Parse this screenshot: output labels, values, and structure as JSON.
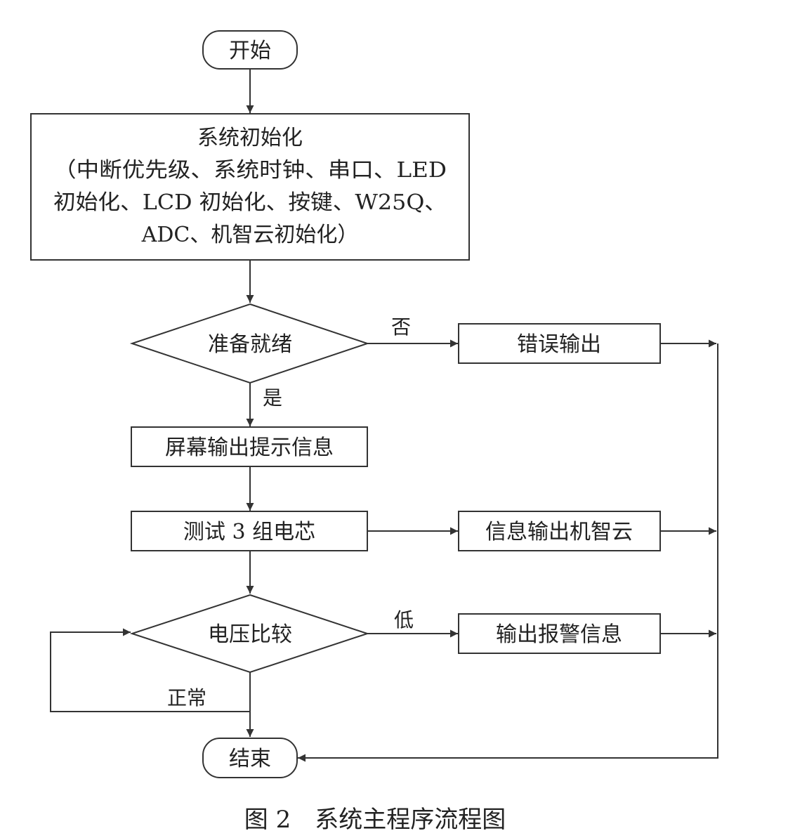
{
  "nodes": {
    "start": "开始",
    "init_title": "系统初始化",
    "init_line1": "（中断优先级、系统时钟、串口、LED",
    "init_line2": "初始化、LCD 初始化、按键、W25Q、",
    "init_line3": "ADC、机智云初始化）",
    "ready": "准备就绪",
    "error_output": "错误输出",
    "screen_prompt": "屏幕输出提示信息",
    "test_cells": "测试 3 组电芯",
    "cloud_output": "信息输出机智云",
    "voltage_compare": "电压比较",
    "alarm_output": "输出报警信息",
    "end": "结束"
  },
  "edge_labels": {
    "no": "否",
    "yes": "是",
    "low": "低",
    "normal": "正常"
  },
  "caption": "图 2　系统主程序流程图"
}
